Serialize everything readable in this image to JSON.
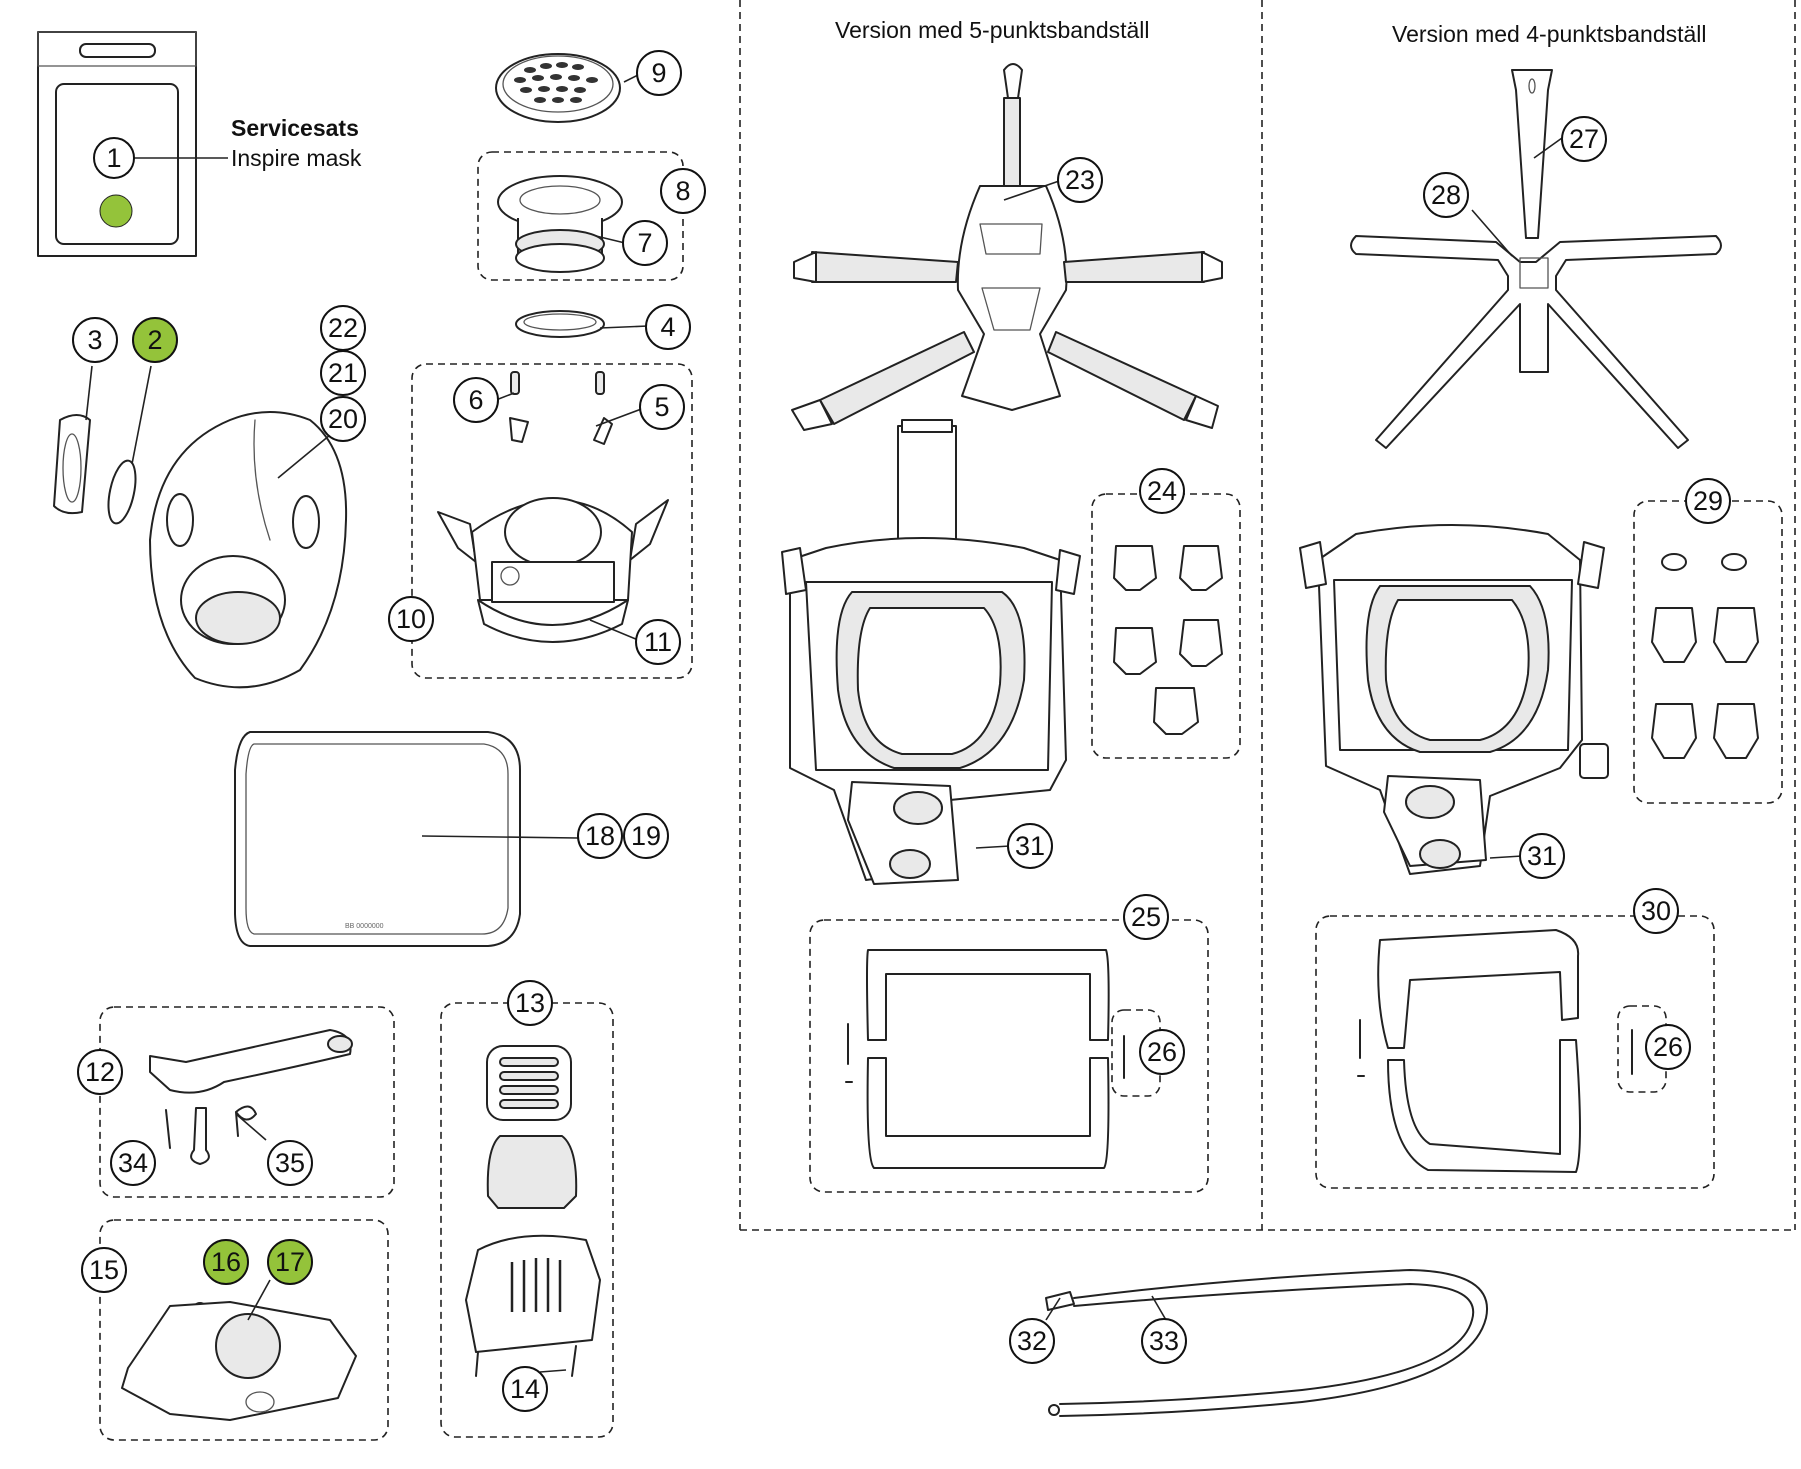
{
  "colors": {
    "highlight": "#94c33a",
    "line": "#222222",
    "background": "#ffffff"
  },
  "service_kit": {
    "title": "Servicesats",
    "subtitle": "Inspire mask"
  },
  "versions": {
    "five_point": "Version med 5-punktsbandställ",
    "four_point": "Version med 4-punktsbandställ"
  },
  "callouts": {
    "c1": "1",
    "c2": "2",
    "c3": "3",
    "c4": "4",
    "c5": "5",
    "c6": "6",
    "c7": "7",
    "c8": "8",
    "c9": "9",
    "c10": "10",
    "c11": "11",
    "c12": "12",
    "c13": "13",
    "c14": "14",
    "c15": "15",
    "c16": "16",
    "c17": "17",
    "c18": "18",
    "c19": "19",
    "c20": "20",
    "c21": "21",
    "c22": "22",
    "c23": "23",
    "c24": "24",
    "c25": "25",
    "c26a": "26",
    "c26b": "26",
    "c27": "27",
    "c28": "28",
    "c29": "29",
    "c30": "30",
    "c31a": "31",
    "c31b": "31",
    "c32": "32",
    "c33": "33",
    "c34": "34",
    "c35": "35"
  },
  "highlighted_callouts": [
    "2",
    "16",
    "17"
  ],
  "part_markings": {
    "visor_mark": "BB 0000000"
  }
}
